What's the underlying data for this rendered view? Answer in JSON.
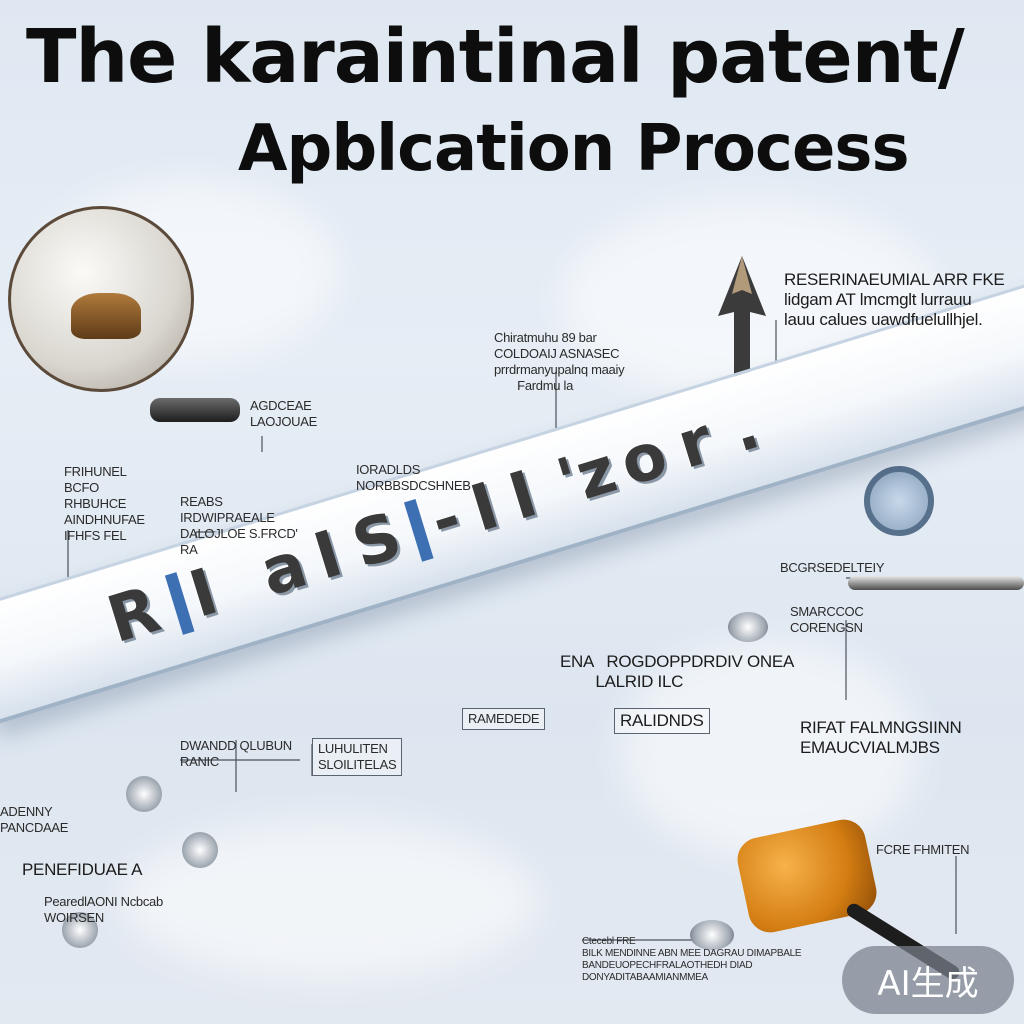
{
  "title": {
    "line1": "The karaintinal patent/",
    "line2": "Apblcation Process"
  },
  "band": {
    "letters": [
      "R",
      "I",
      "a",
      "I",
      "S",
      "-",
      "I",
      "I",
      "'z",
      "o",
      "r",
      "."
    ]
  },
  "labels": {
    "top_right": "RESERINAEUMIAL ARR FKE\nlidgam AT lmcmglt lurrauu\nlauu calues uawdfuelullhjel.",
    "center_top": "Chiratmuhu 89 bar\nCOLDOAIJ ASNASEC\nprrdrmanyupalnq maaiy\n       Fardmu la",
    "left_top": "AGDCEAE\nLAOJOUAE",
    "left_mid": "FRIHUNEL\nBCFO\nRHBUHCE\nAINDHNUFAE\nIFHFS FEL",
    "left_mid2": "REABS\nIRDWIPRAEALE\nDALOJLOE S.FRCD'\nRA",
    "center_mid": "IORADLDS\nNORBBSDCSHNEB",
    "right_mid1": "BCGRSEDELTEIY",
    "right_mid2": "SMARCCOC\nCORENGSN",
    "ena": "ENA   ROGDOPPDRDIV ONEA\n        LALRID ILC",
    "ramedede": "RAMEDEDE",
    "ralidnds": "RALIDNDS",
    "rifat": "RIFAT FALMNGSIINN\nEMAUCVIALMJBS",
    "dwandd": "DWANDD QLUBUN\nRANIC",
    "luhuliten": "LUHULITEN\nSLOILITELAS",
    "adenny": "ADENNY\nPANCDAAE",
    "penefiduae": "PENEFIDUAE A",
    "pearedlonk": "PearedlAONI Ncbcab\nWOIRSEN",
    "bottom_center": "Ctecebl FRE\nBILK MENDINNE ABN MEE DAGRAU DIMAPBALE\nBANDEUOPECHFRALAOTHEDH DIAD\nDONYADITABAAMIANMMEA",
    "fcrepehmiten": "FCRE FHMITEN"
  },
  "badge": {
    "text": "AI生成"
  },
  "colors": {
    "background": "#e2eaf3",
    "band_stripe": "#3d6fb3",
    "title": "#0d0d0d",
    "device": "#e08a19"
  }
}
